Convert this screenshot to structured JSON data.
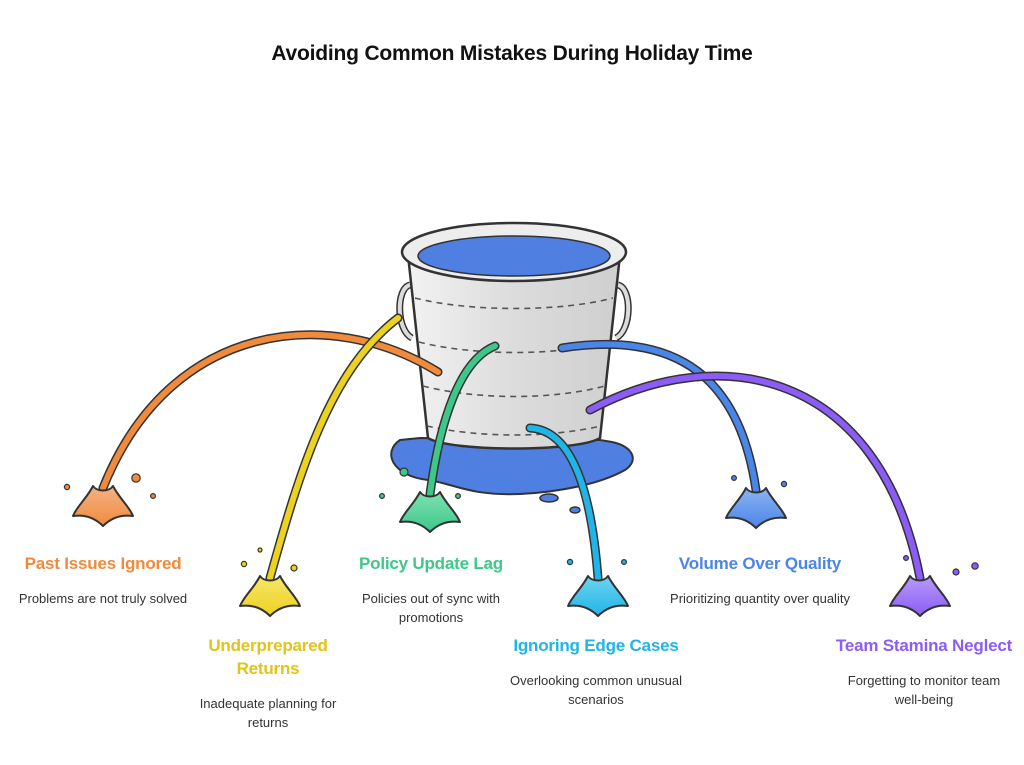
{
  "title": "Avoiding Common Mistakes During Holiday Time",
  "items": [
    {
      "heading": "Past Issues Ignored",
      "description": "Problems are not truly solved",
      "color": "#F08A3C"
    },
    {
      "heading": "Underprepared Returns",
      "description": "Inadequate planning for returns",
      "color": "#EDD21E"
    },
    {
      "heading": "Policy Update Lag",
      "description": "Policies out of sync with promotions",
      "color": "#3DC88A"
    },
    {
      "heading": "Ignoring Edge Cases",
      "description": "Overlooking common unusual scenarios",
      "color": "#20B5E6"
    },
    {
      "heading": "Volume Over Quality",
      "description": "Prioritizing quantity over quality",
      "color": "#4A86E8"
    },
    {
      "heading": "Team Stamina Neglect",
      "description": "Forgetting to monitor team well-being",
      "color": "#8B5CF6"
    }
  ],
  "colors": {
    "water": "#4F7FE0",
    "bucket": "#E6E6E6",
    "outline": "#333333"
  }
}
